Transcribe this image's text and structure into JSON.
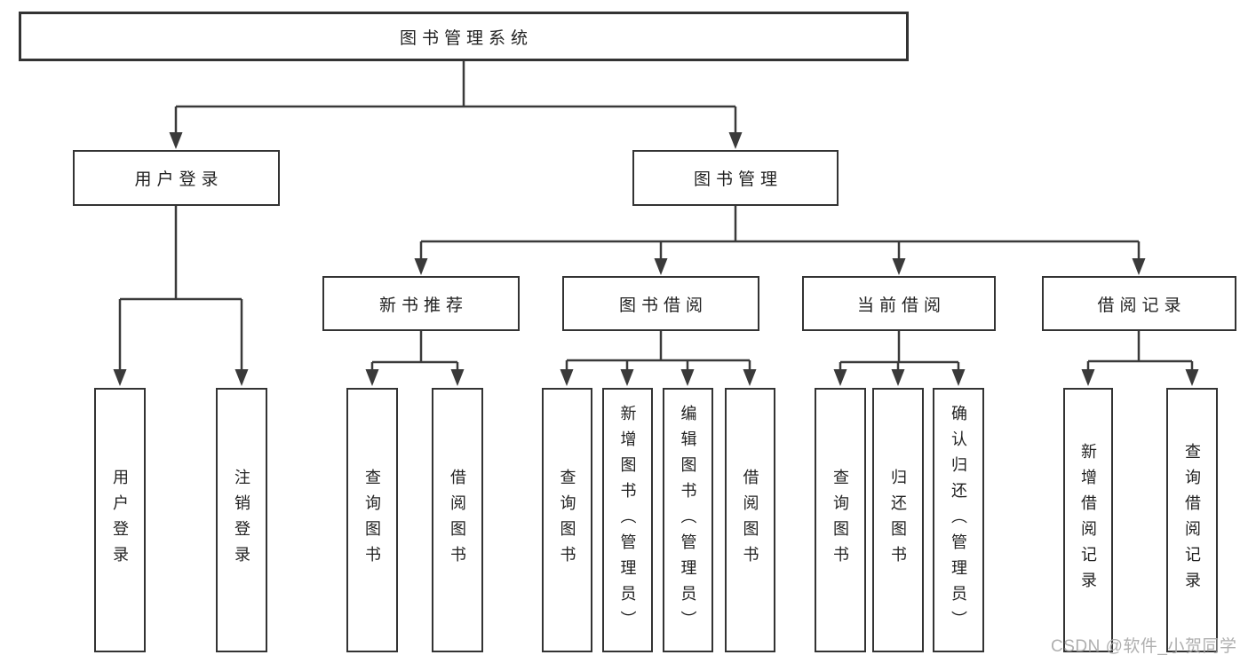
{
  "diagram": {
    "root": "图书管理系统",
    "level2": [
      "用户登录",
      "图书管理"
    ],
    "level3": [
      "新书推荐",
      "图书借阅",
      "当前借阅",
      "借阅记录"
    ],
    "leaves": {
      "user_login": [
        "用户登录",
        "注销登录"
      ],
      "new_book": [
        "查询图书",
        "借阅图书"
      ],
      "book_borrow": [
        "查询图书",
        "新增图书（管理员）",
        "编辑图书（管理员）",
        "借阅图书"
      ],
      "current_borrow": [
        "查询图书",
        "归还图书",
        "确认归还（管理员）"
      ],
      "records": [
        "新增借阅记录",
        "查询借阅记录"
      ]
    }
  },
  "watermark": "CSDN @软件_小贺同学",
  "colors": {
    "line": "#3a3a3a",
    "border": "#333333",
    "text": "#222222",
    "watermark": "#a8a8a8",
    "background": "#ffffff"
  }
}
